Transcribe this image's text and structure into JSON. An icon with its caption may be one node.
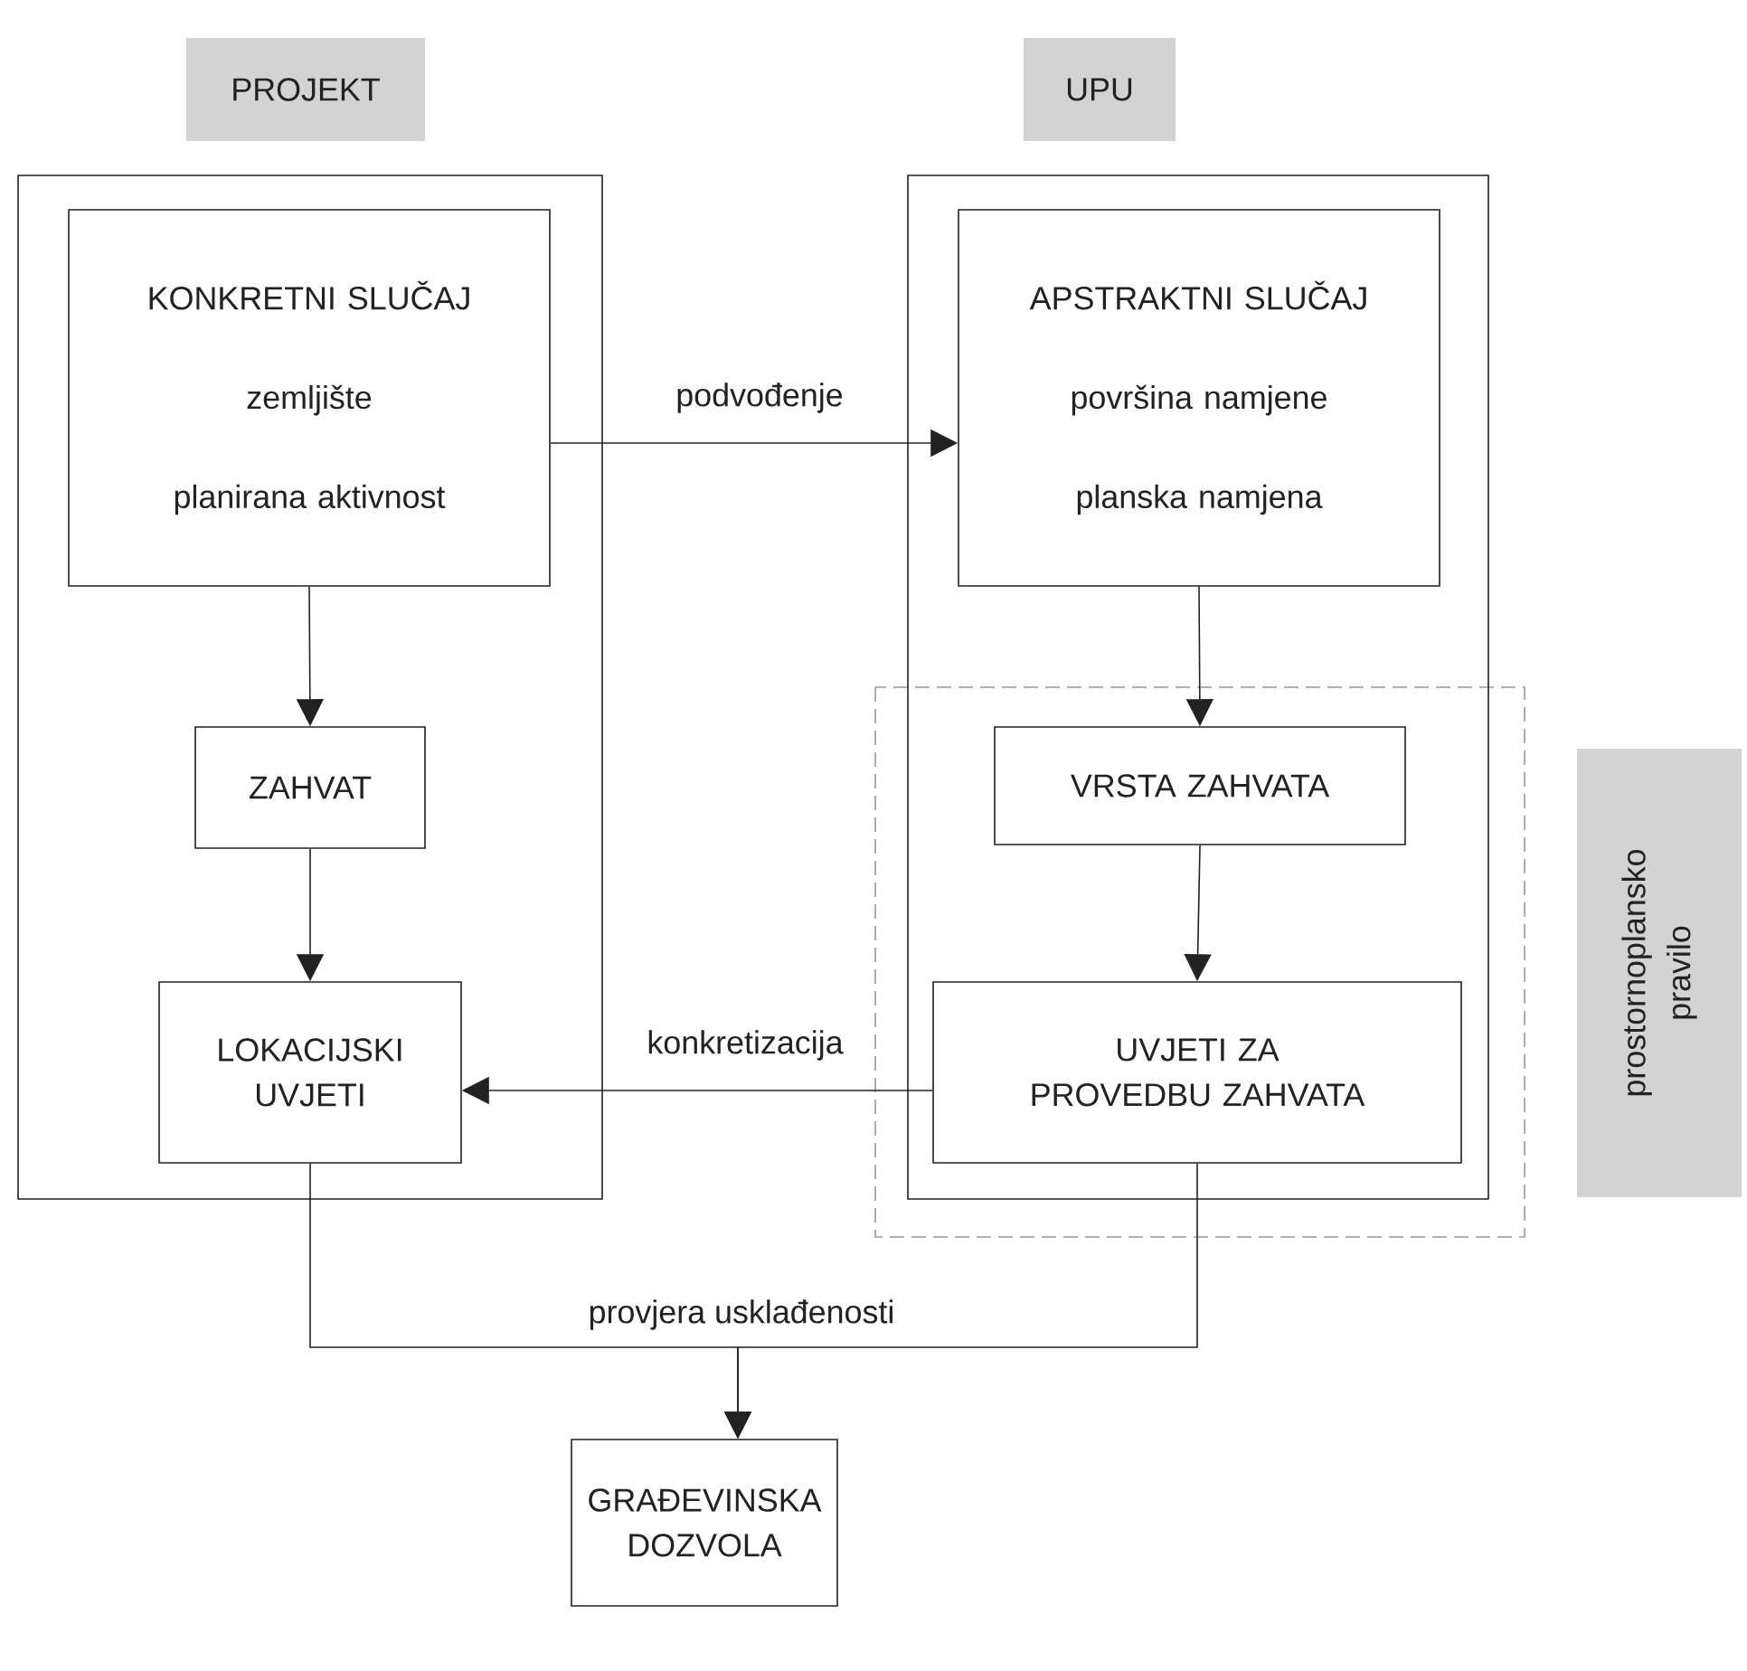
{
  "diagram": {
    "nodes": [
      {
        "text": [
          "PROJEKT"
        ]
      },
      {
        "text": [
          "UPU"
        ]
      },
      {
        "text": [],
        "shape": "box"
      },
      {
        "text": [],
        "shape": "box"
      },
      {
        "text": [
          "KONKRETNI SLUČAJ",
          "zemljište",
          "planirana aktivnost"
        ],
        "in": 2
      },
      {
        "text": [
          "APSTRAKTNI SLUČAJ",
          "površina namjene",
          "planska namjena"
        ],
        "in": 3
      },
      {
        "text": [
          "ZAHVAT"
        ],
        "in": 2
      },
      {
        "text": [
          "VRSTA ZAHVATA"
        ],
        "in": 3
      },
      {
        "text": [
          "LOKACIJSKI UVJETI"
        ],
        "in": 2
      },
      {
        "text": [
          "UVJETI ZA PROVEDBU ZAHVATA"
        ],
        "in": 3
      },
      {
        "text": [
          "prostornoplansko pravilo"
        ]
      },
      {
        "text": [
          "GRAĐEVINSKA DOZVOLA"
        ]
      }
    ],
    "edges": [
      {
        "from": 4,
        "to": 5,
        "arrow": "to",
        "label": "podvođenje"
      },
      {
        "from": 4,
        "to": 6,
        "arrow": "to"
      },
      {
        "from": 5,
        "to": 7,
        "arrow": "to"
      },
      {
        "from": 6,
        "to": 8,
        "arrow": "to"
      },
      {
        "from": 7,
        "to": 9,
        "arrow": "to"
      },
      {
        "from": 9,
        "to": 8,
        "arrow": "to",
        "label": "konkretizacija"
      },
      {
        "from": 8,
        "to": 11,
        "arrow": "to",
        "label": "provjera usklađenosti"
      },
      {
        "from": 9,
        "to": 11,
        "arrow": "to"
      }
    ]
  }
}
